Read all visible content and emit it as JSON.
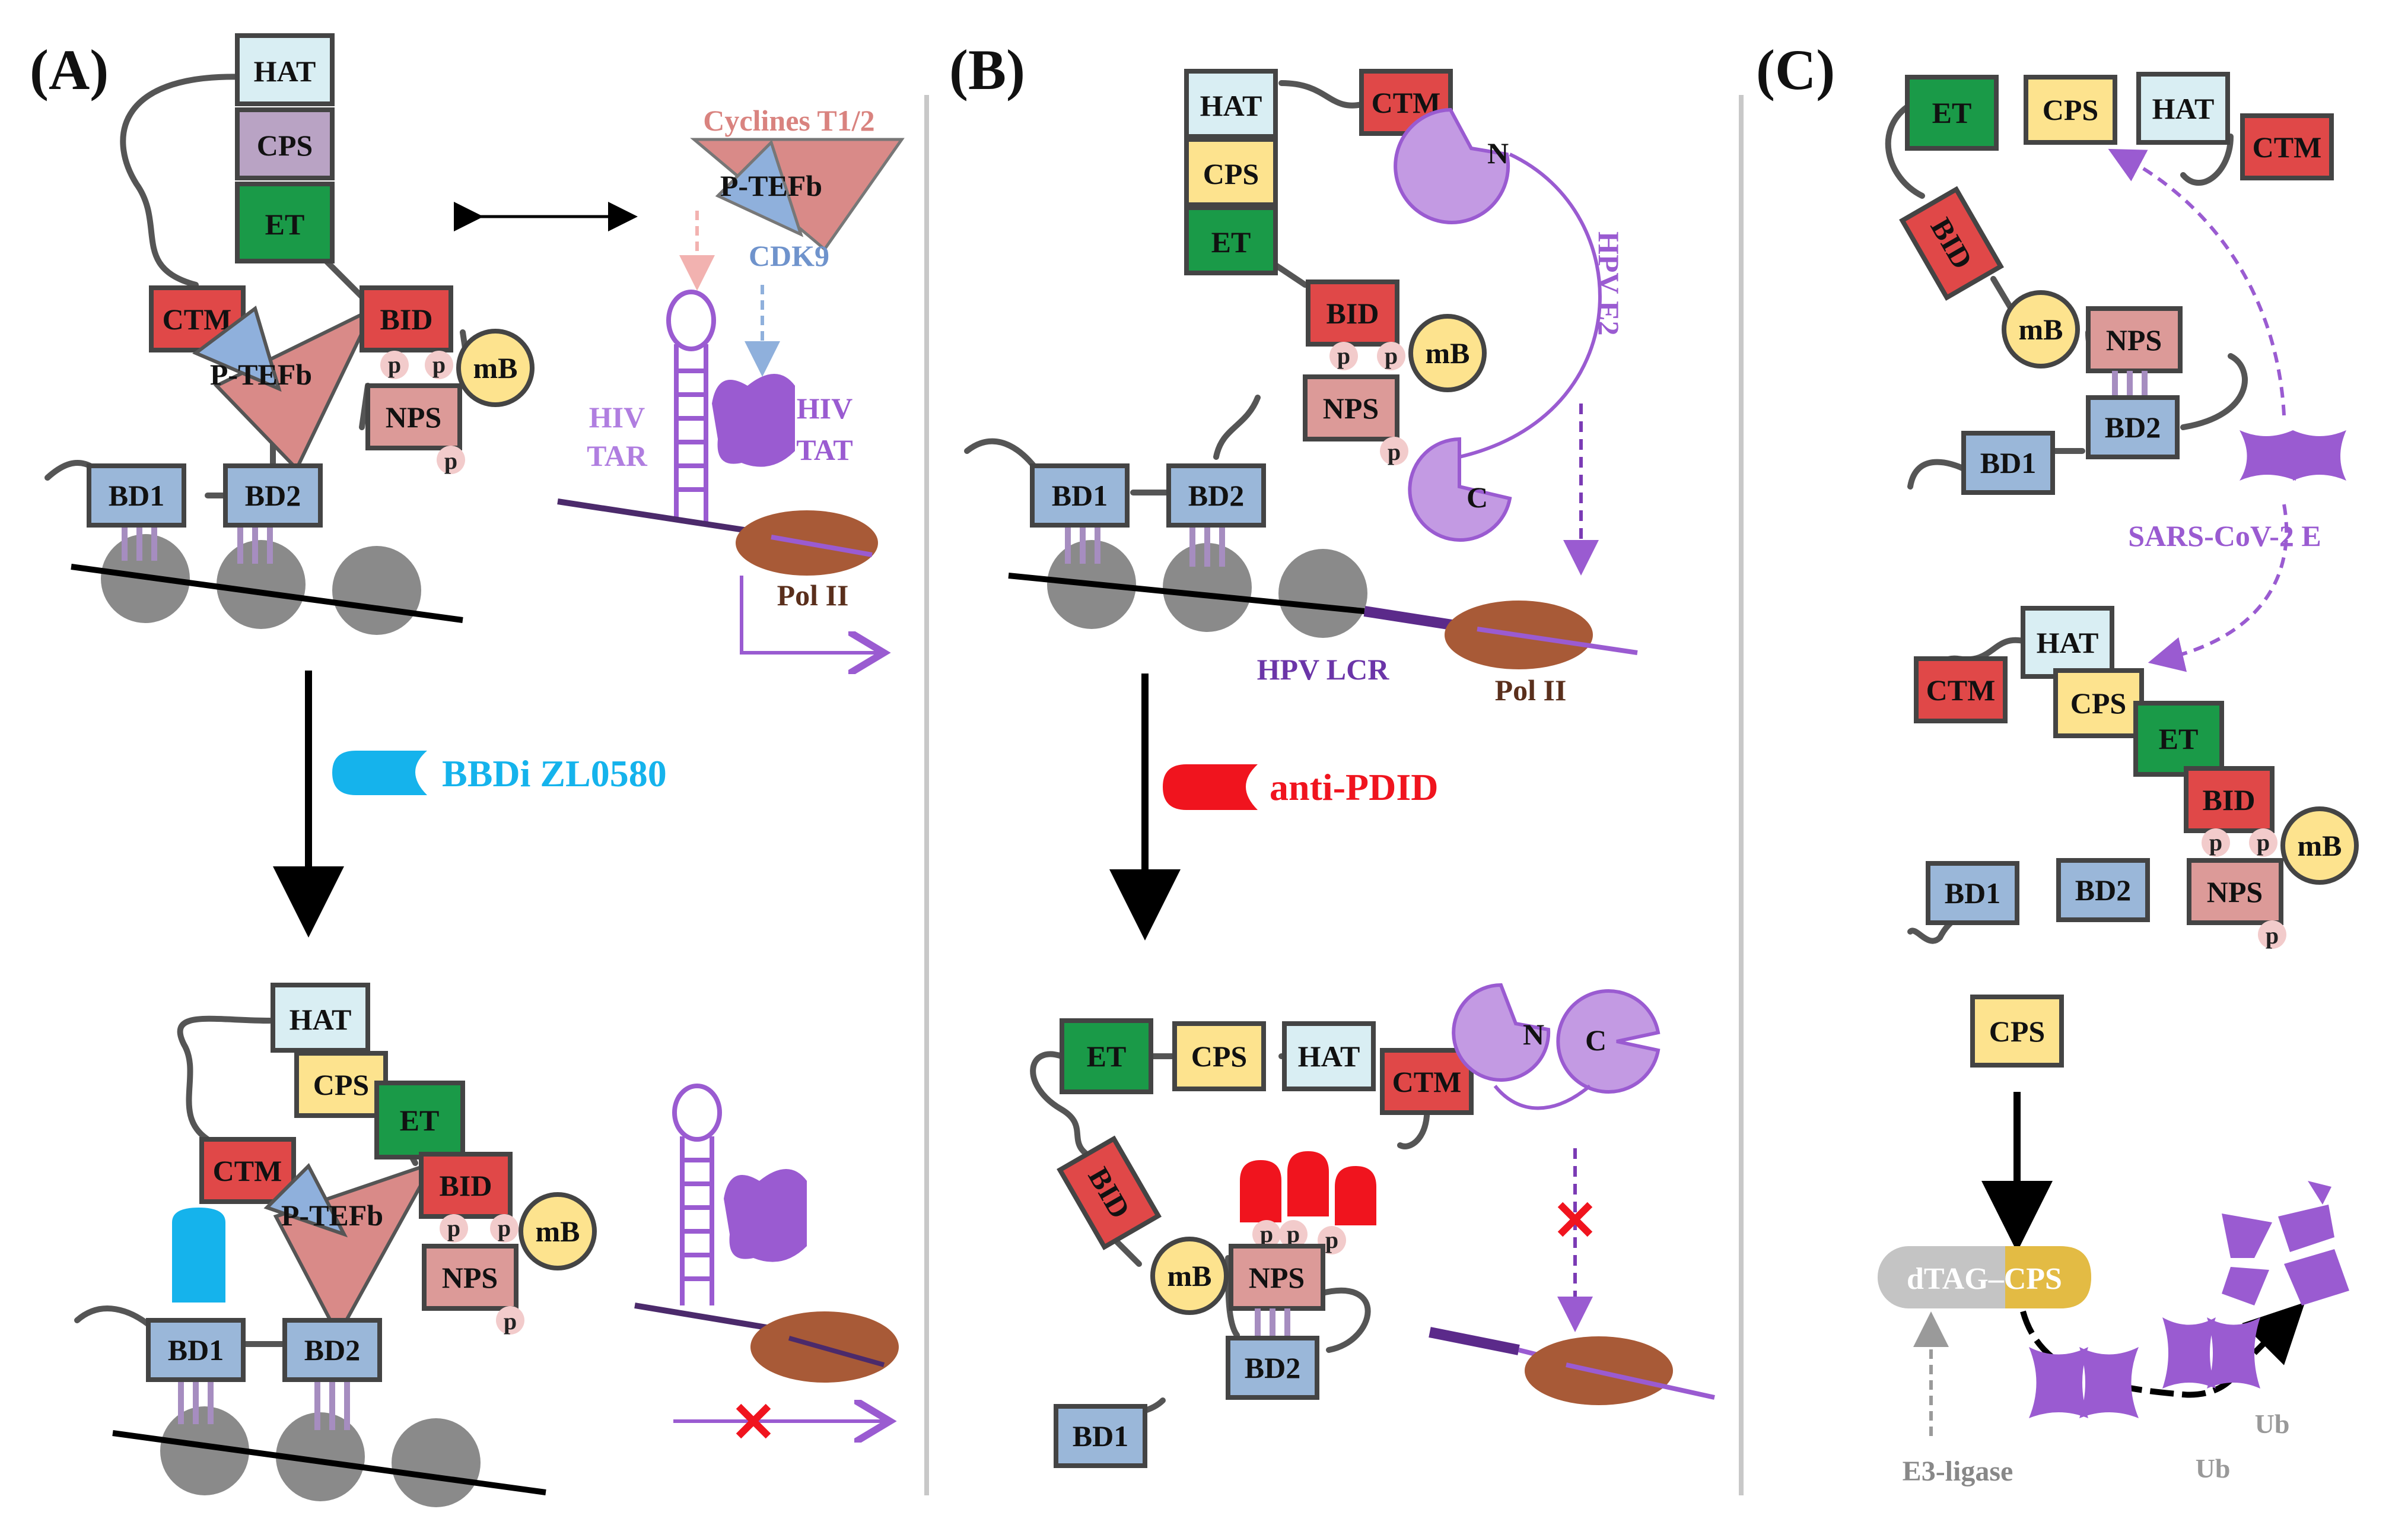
{
  "panels": {
    "a": "(A)",
    "b": "(B)",
    "c": "(C)"
  },
  "domains": {
    "hat": "HAT",
    "cps": "CPS",
    "et": "ET",
    "ctm": "CTM",
    "bid": "BID",
    "nps": "NPS",
    "bd1": "BD1",
    "bd2": "BD2",
    "mb": "mB",
    "p": "p",
    "ptefb": "P-TEFb"
  },
  "panel_a": {
    "cyclines": "Cyclines T1/2",
    "cdk9": "CDK9",
    "hiv_tar": [
      "HIV",
      "TAR"
    ],
    "hiv_tat": [
      "HIV",
      "TAT"
    ],
    "pol2": "Pol II",
    "drug": "BBDi ZL0580"
  },
  "panel_b": {
    "e2_n": "N",
    "e2_c": "C",
    "hpv_e2": "HPV  E2",
    "hpv_lcr": "HPV LCR",
    "pol2": "Pol II",
    "drug": "anti-PDID"
  },
  "panel_c": {
    "sars": "SARS-CoV-2  E",
    "dtag_cps": "dTAG–CPS",
    "e3": "E3-ligase",
    "ub": "Ub"
  },
  "colors": {
    "hat": "#d9eef3",
    "cps_a": "#b9a3c4",
    "cps": "#fde38e",
    "et": "#1a9a48",
    "ctm": "#e04848",
    "bid": "#e04848",
    "nps": "#dc9a98",
    "bd": "#9ab7d9",
    "mb": "#fde38e",
    "ptefb_tri": "#d98a88",
    "cdk9_tri": "#8fb0dc",
    "viral": "#9a5bd1",
    "pol2": "#a85a37",
    "bbdi": "#15b3ec",
    "anti_pdid": "#f0141e",
    "nucleosome": "#8a8a8a"
  }
}
